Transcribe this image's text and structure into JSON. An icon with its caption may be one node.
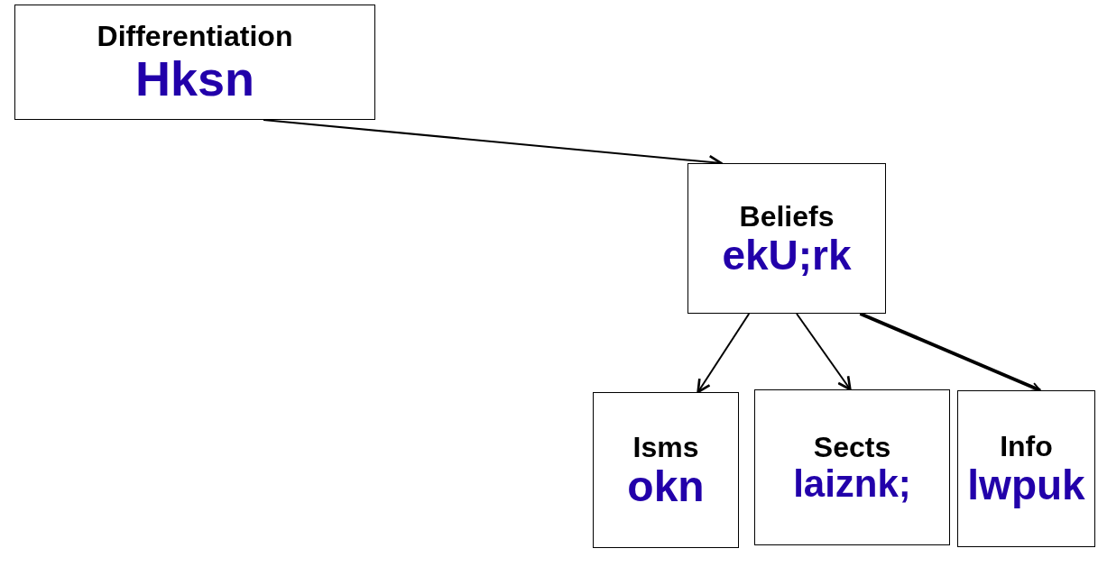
{
  "diagram": {
    "nodes": [
      {
        "text": [
          "Differentiation",
          "Hksn"
        ]
      },
      {
        "text": [
          "Beliefs",
          "ekU;rk"
        ]
      },
      {
        "text": [
          "Isms",
          "okn"
        ]
      },
      {
        "text": [
          "Sects",
          "laiznk;"
        ]
      },
      {
        "text": [
          "Info",
          "lwpuk"
        ]
      }
    ],
    "edges": [
      {
        "from": 0,
        "to": 1,
        "arrow": "to"
      },
      {
        "from": 1,
        "to": 2,
        "arrow": "to"
      },
      {
        "from": 1,
        "to": 3,
        "arrow": "to"
      },
      {
        "from": 1,
        "to": 4,
        "arrow": "to",
        "style": "thick"
      }
    ]
  }
}
